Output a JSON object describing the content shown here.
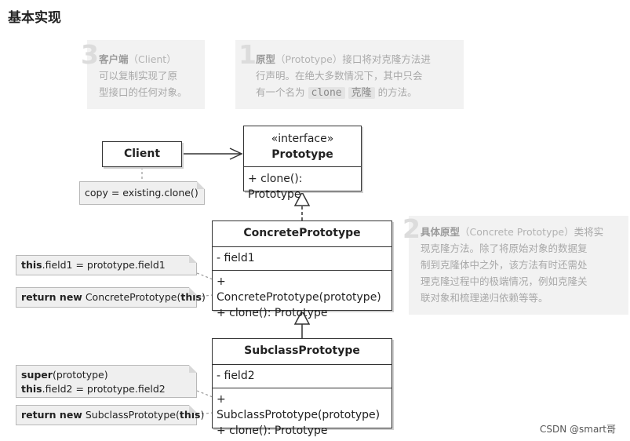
{
  "title": "基本实现",
  "callouts": {
    "client": {
      "num": "3",
      "term": "客户端",
      "paren": "（Client）",
      "line2": "可以复制实现了原",
      "line3": "型接口的任何对象。"
    },
    "prototype": {
      "num": "1",
      "term": "原型",
      "paren": "（Prototype）",
      "line1_rest": "接口将对克隆方法进",
      "line2": "行声明。在绝大多数情况下，其中只会",
      "line3_pre": "有一个名为",
      "code": "clone",
      "chip": "克隆",
      "line3_post": "的方法。"
    },
    "concrete": {
      "num": "2",
      "term": "具体原型",
      "paren": "（Concrete Prototype）",
      "line1_rest": "类将实",
      "line2": "现克隆方法。除了将原始对象的数据复",
      "line3": "制到克隆体中之外，该方法有时还需处",
      "line4": "理克隆过程中的极端情况，例如克隆关",
      "line5": "联对象和梳理递归依赖等等。"
    }
  },
  "classes": {
    "client": {
      "name": "Client"
    },
    "prototype": {
      "stereotype": "«interface»",
      "name": "Prototype",
      "method1": "+ clone(): Prototype"
    },
    "concrete": {
      "name": "ConcretePrototype",
      "field1": "- field1",
      "method1": "+ ConcretePrototype(prototype)",
      "method2": "+ clone(): Prototype"
    },
    "subclass": {
      "name": "SubclassPrototype",
      "field1": "- field2",
      "method1": "+ SubclassPrototype(prototype)",
      "method2": "+ clone(): Prototype"
    }
  },
  "notes": {
    "client_copy": "copy = existing.clone()",
    "concrete_ctor": {
      "kw": "this",
      "rest": ".field1 = prototype.field1"
    },
    "concrete_clone": {
      "kw1": "return new",
      "mid": " ConcretePrototype(",
      "kw2": "this",
      "end": ")"
    },
    "subclass_ctor": {
      "kw1": "super",
      "rest1": "(prototype)",
      "kw2": "this",
      "rest2": ".field2 = prototype.field2"
    },
    "subclass_clone": {
      "kw1": "return new",
      "mid": " SubclassPrototype(",
      "kw2": "this",
      "end": ")"
    }
  },
  "credit": "CSDN @smart哥"
}
